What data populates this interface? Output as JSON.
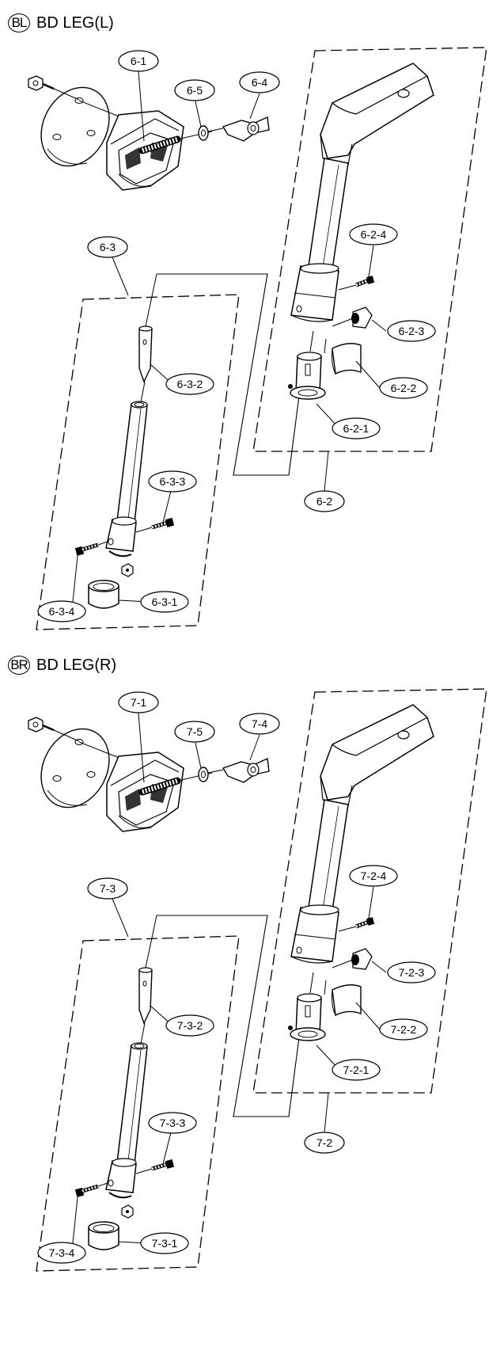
{
  "sections": [
    {
      "code": "BL",
      "title": "BD LEG(L)",
      "labels": [
        "6-1",
        "6-5",
        "6-4",
        "6-3",
        "6-3-2",
        "6-3-3",
        "6-3-4",
        "6-3-1",
        "6-2-4",
        "6-2-3",
        "6-2-2",
        "6-2-1",
        "6-2"
      ]
    },
    {
      "code": "BR",
      "title": "BD LEG(R)",
      "labels": [
        "7-1",
        "7-5",
        "7-4",
        "7-3",
        "7-3-2",
        "7-3-3",
        "7-3-4",
        "7-3-1",
        "7-2-4",
        "7-2-3",
        "7-2-2",
        "7-2-1",
        "7-2"
      ]
    }
  ]
}
